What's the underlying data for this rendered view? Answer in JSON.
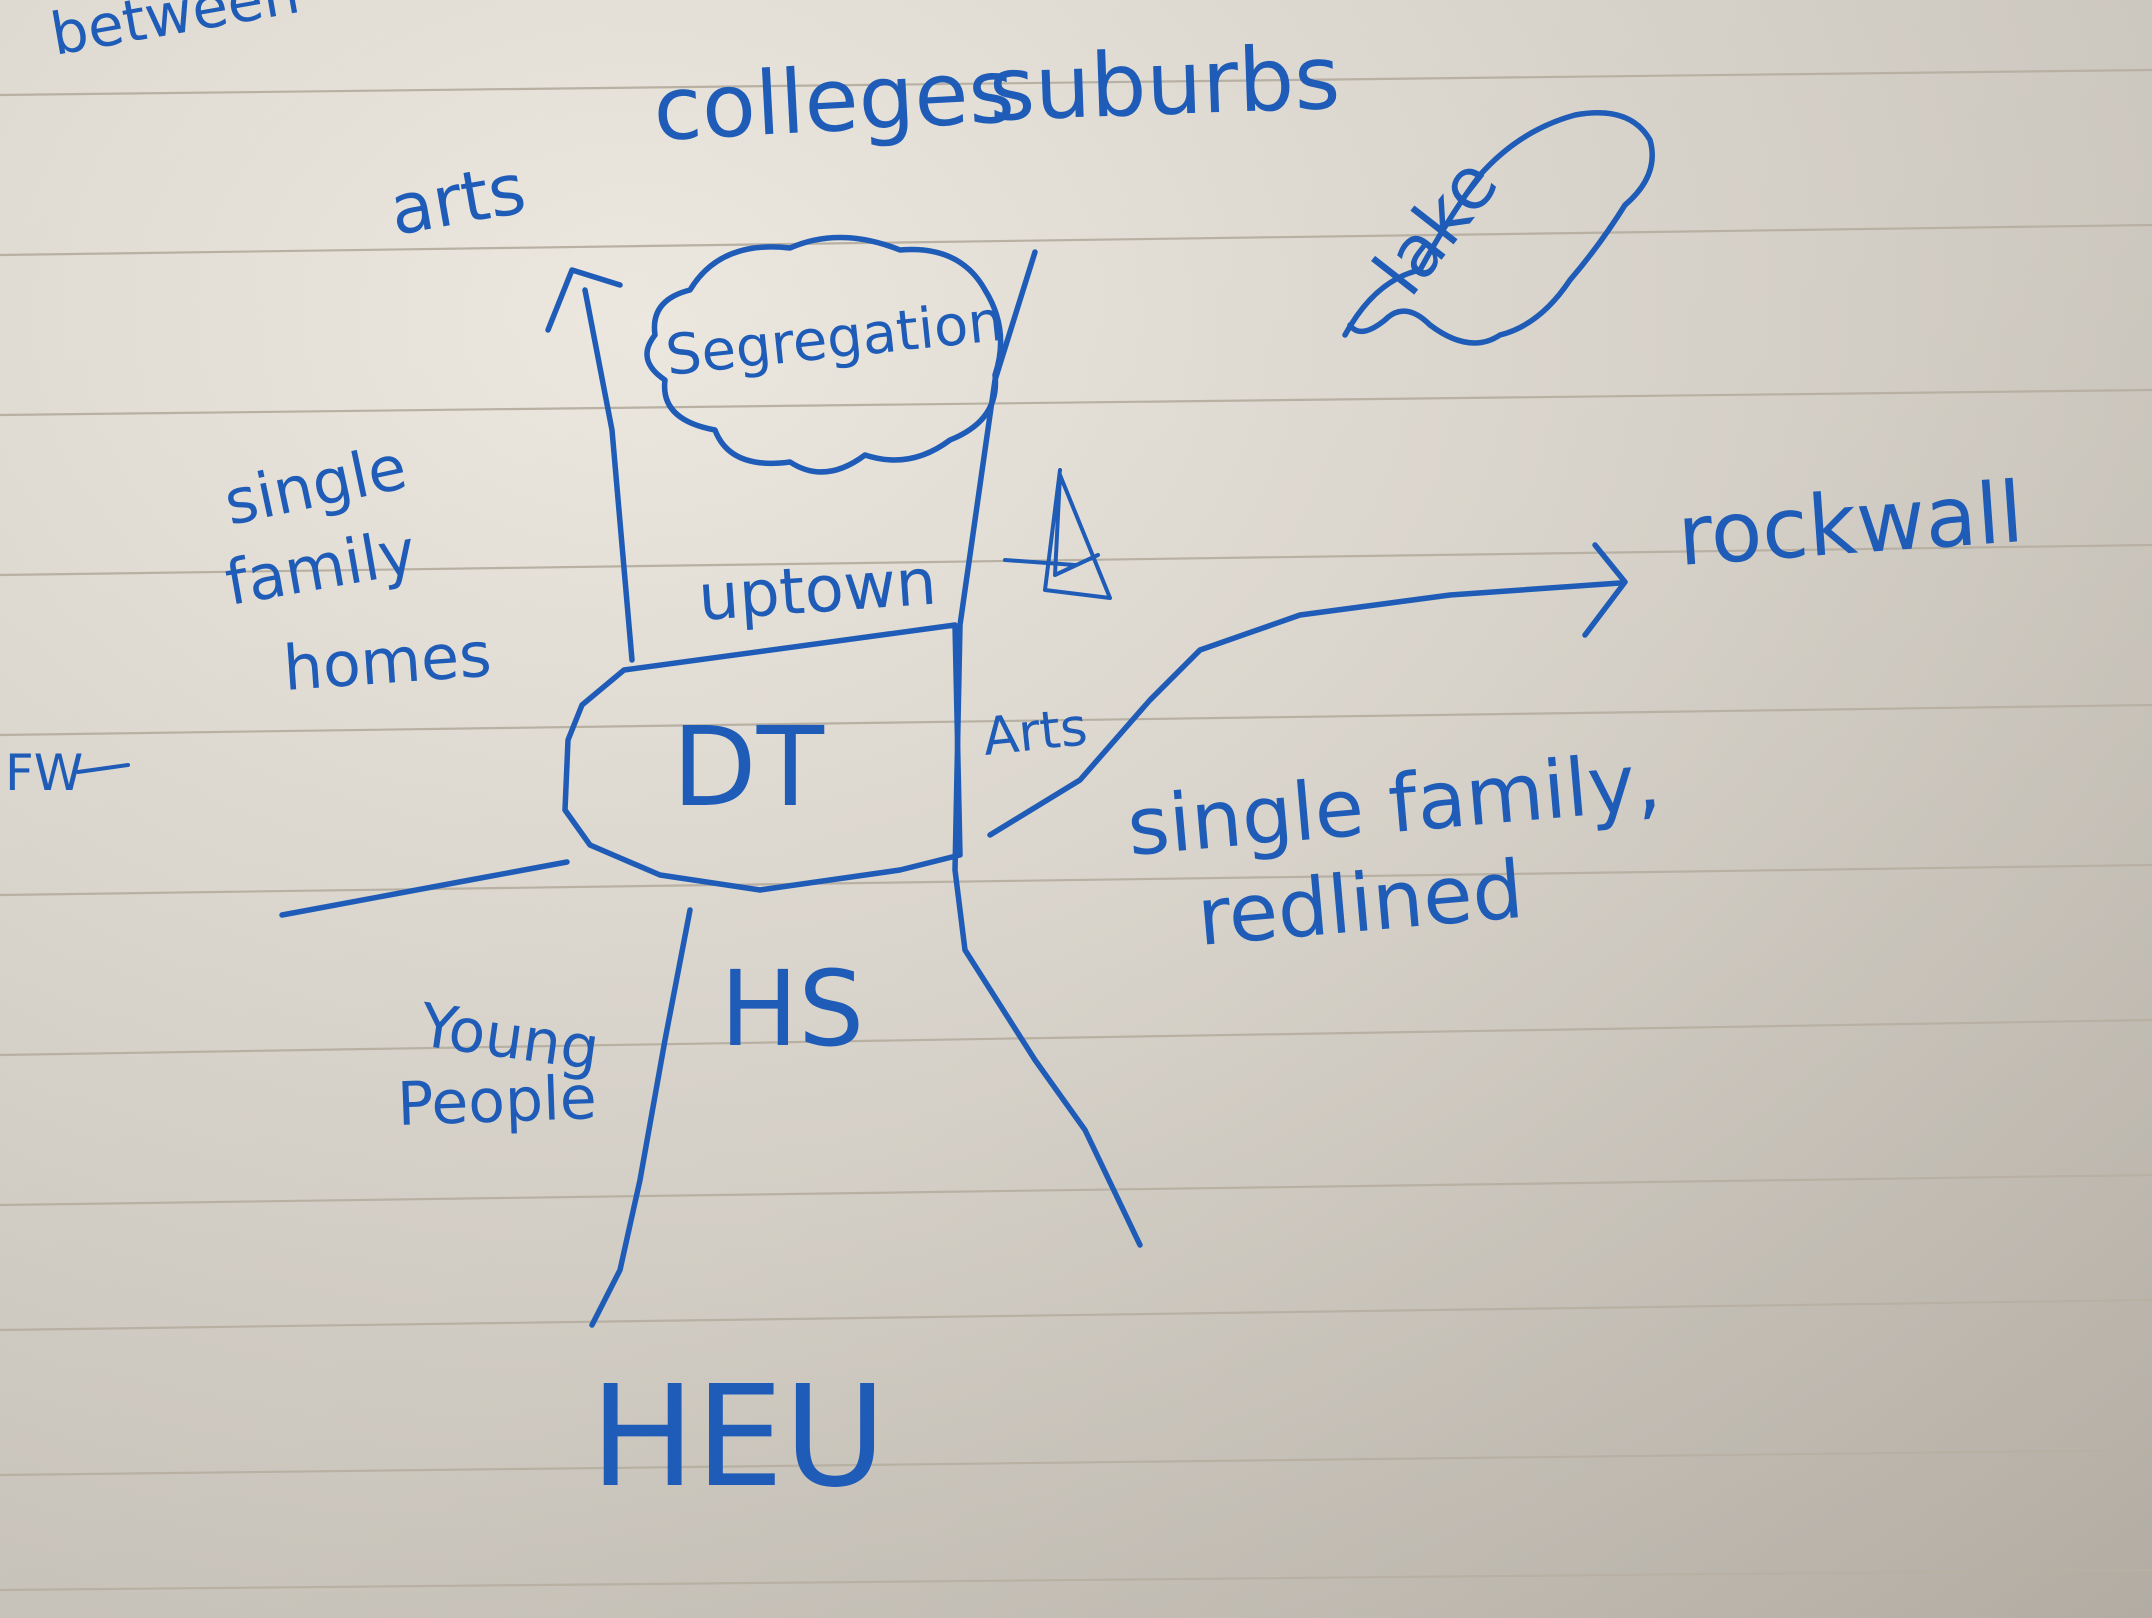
{
  "note": {
    "labels": {
      "top_left_partial": "between",
      "colleges": "colleges",
      "suburbs": "suburbs",
      "arts": "arts",
      "lake": "lake",
      "segregation": "Segregation",
      "single_family_homes_1": "single",
      "single_family_homes_2": "family",
      "single_family_homes_3": "homes",
      "uptown": "uptown",
      "rockwall": "rockwall",
      "fw": "FW",
      "dt": "DT",
      "arts_district": "Arts",
      "single_family_redlined_1": "single family,",
      "single_family_redlined_2": "redlined",
      "young_people_1": "Young",
      "young_people_2": "People",
      "hs": "HS",
      "heu": "HEU"
    }
  },
  "colors": {
    "ink": "#1f5cb8",
    "paper": "#ebe6dc",
    "rule": "#b7b0a3"
  }
}
